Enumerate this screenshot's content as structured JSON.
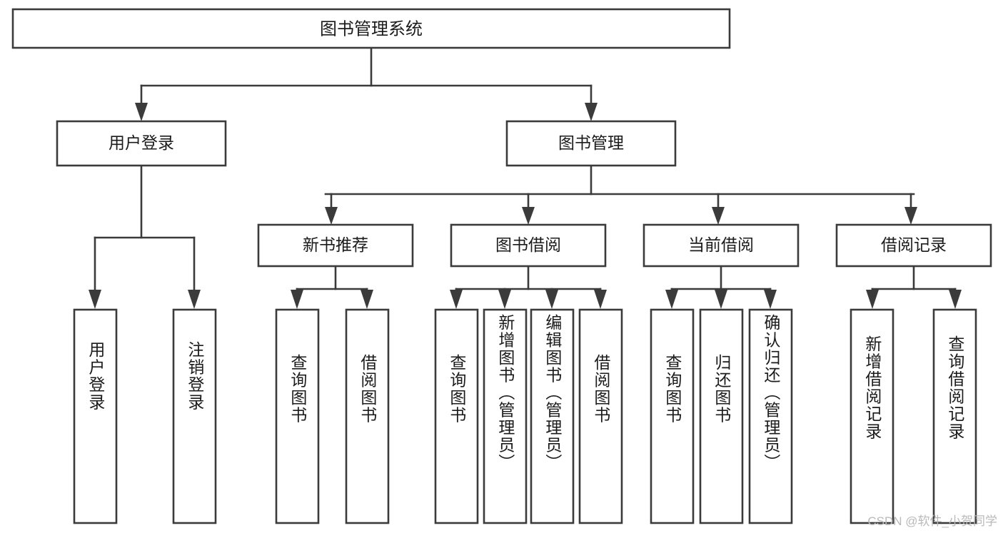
{
  "diagram": {
    "title": "图书管理系统",
    "type": "tree-hierarchy-diagram",
    "root": {
      "id": "root",
      "label": "图书管理系统",
      "orientation": "horizontal"
    },
    "level2": [
      {
        "id": "user-login",
        "label": "用户登录",
        "orientation": "horizontal"
      },
      {
        "id": "book-management",
        "label": "图书管理",
        "orientation": "horizontal"
      }
    ],
    "level3": [
      {
        "id": "new-book-recommend",
        "label": "新书推荐",
        "orientation": "horizontal",
        "parent": "book-management"
      },
      {
        "id": "book-borrow",
        "label": "图书借阅",
        "orientation": "horizontal",
        "parent": "book-management"
      },
      {
        "id": "current-borrow",
        "label": "当前借阅",
        "orientation": "horizontal",
        "parent": "book-management"
      },
      {
        "id": "borrow-record",
        "label": "借阅记录",
        "orientation": "horizontal",
        "parent": "book-management"
      }
    ],
    "leaves": [
      {
        "id": "leaf-user-login",
        "label": "用户登录",
        "orientation": "vertical",
        "parent": "user-login"
      },
      {
        "id": "leaf-logout-login",
        "label": "注销登录",
        "orientation": "vertical",
        "parent": "user-login"
      },
      {
        "id": "leaf-query-book-1",
        "label": "查询图书",
        "orientation": "vertical",
        "parent": "new-book-recommend"
      },
      {
        "id": "leaf-borrow-book-1",
        "label": "借阅图书",
        "orientation": "vertical",
        "parent": "new-book-recommend"
      },
      {
        "id": "leaf-query-book-2",
        "label": "查询图书",
        "orientation": "vertical",
        "parent": "book-borrow"
      },
      {
        "id": "leaf-add-book",
        "label": "新增图书（管理员）",
        "orientation": "vertical",
        "parent": "book-borrow"
      },
      {
        "id": "leaf-edit-book",
        "label": "编辑图书（管理员）",
        "orientation": "vertical",
        "parent": "book-borrow"
      },
      {
        "id": "leaf-borrow-book-2",
        "label": "借阅图书",
        "orientation": "vertical",
        "parent": "book-borrow"
      },
      {
        "id": "leaf-query-book-3",
        "label": "查询图书",
        "orientation": "vertical",
        "parent": "current-borrow"
      },
      {
        "id": "leaf-return-book",
        "label": "归还图书",
        "orientation": "vertical",
        "parent": "current-borrow"
      },
      {
        "id": "leaf-confirm-return",
        "label": "确认归还（管理员）",
        "orientation": "vertical",
        "parent": "current-borrow"
      },
      {
        "id": "leaf-add-borrow-record",
        "label": "新增借阅记录",
        "orientation": "vertical",
        "parent": "borrow-record"
      },
      {
        "id": "leaf-query-borrow-record",
        "label": "查询借阅记录",
        "orientation": "vertical",
        "parent": "borrow-record"
      }
    ],
    "colors": {
      "stroke": "#3b3b3b",
      "fill": "#ffffff",
      "text": "#1b1b1b",
      "watermark": "#b9b9b9",
      "background": "#ffffff"
    }
  },
  "watermark": {
    "text": "CSDN @软件_小贺同学"
  }
}
